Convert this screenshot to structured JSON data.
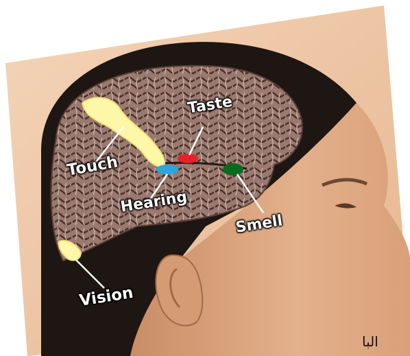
{
  "labels": {
    "taste": "Taste",
    "touch": "Touch",
    "hearing": "Hearing",
    "smell": "Smell",
    "vision": "Vision"
  },
  "caption": "البا",
  "colors": {
    "taste": "#e8202a",
    "hearing": "#2aa6e0",
    "smell": "#0a6b1e",
    "touch": "#fff7a8",
    "vision": "#fff7a8",
    "skin": "#e2b08a",
    "hair": "#1e1612",
    "brain": "#8a6a62"
  }
}
